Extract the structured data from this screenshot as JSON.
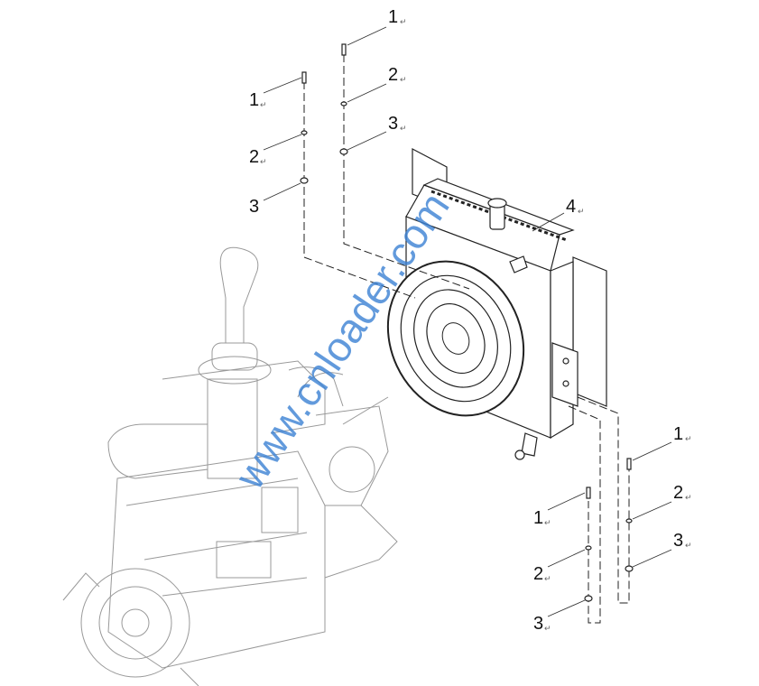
{
  "diagram": {
    "callouts": {
      "a1": "1",
      "a2": "2",
      "a3": "3",
      "b1": "1",
      "b2": "2",
      "b3": "3",
      "radiator": "4",
      "c1": "1",
      "c2": "2",
      "c3": "3",
      "d1": "1",
      "d2": "2",
      "d3": "3"
    },
    "return_mark": "↵",
    "watermark": "www.cnloader.com",
    "colors": {
      "watermark": "#3b82d4",
      "line": "#222222",
      "engine": "#999999"
    }
  }
}
